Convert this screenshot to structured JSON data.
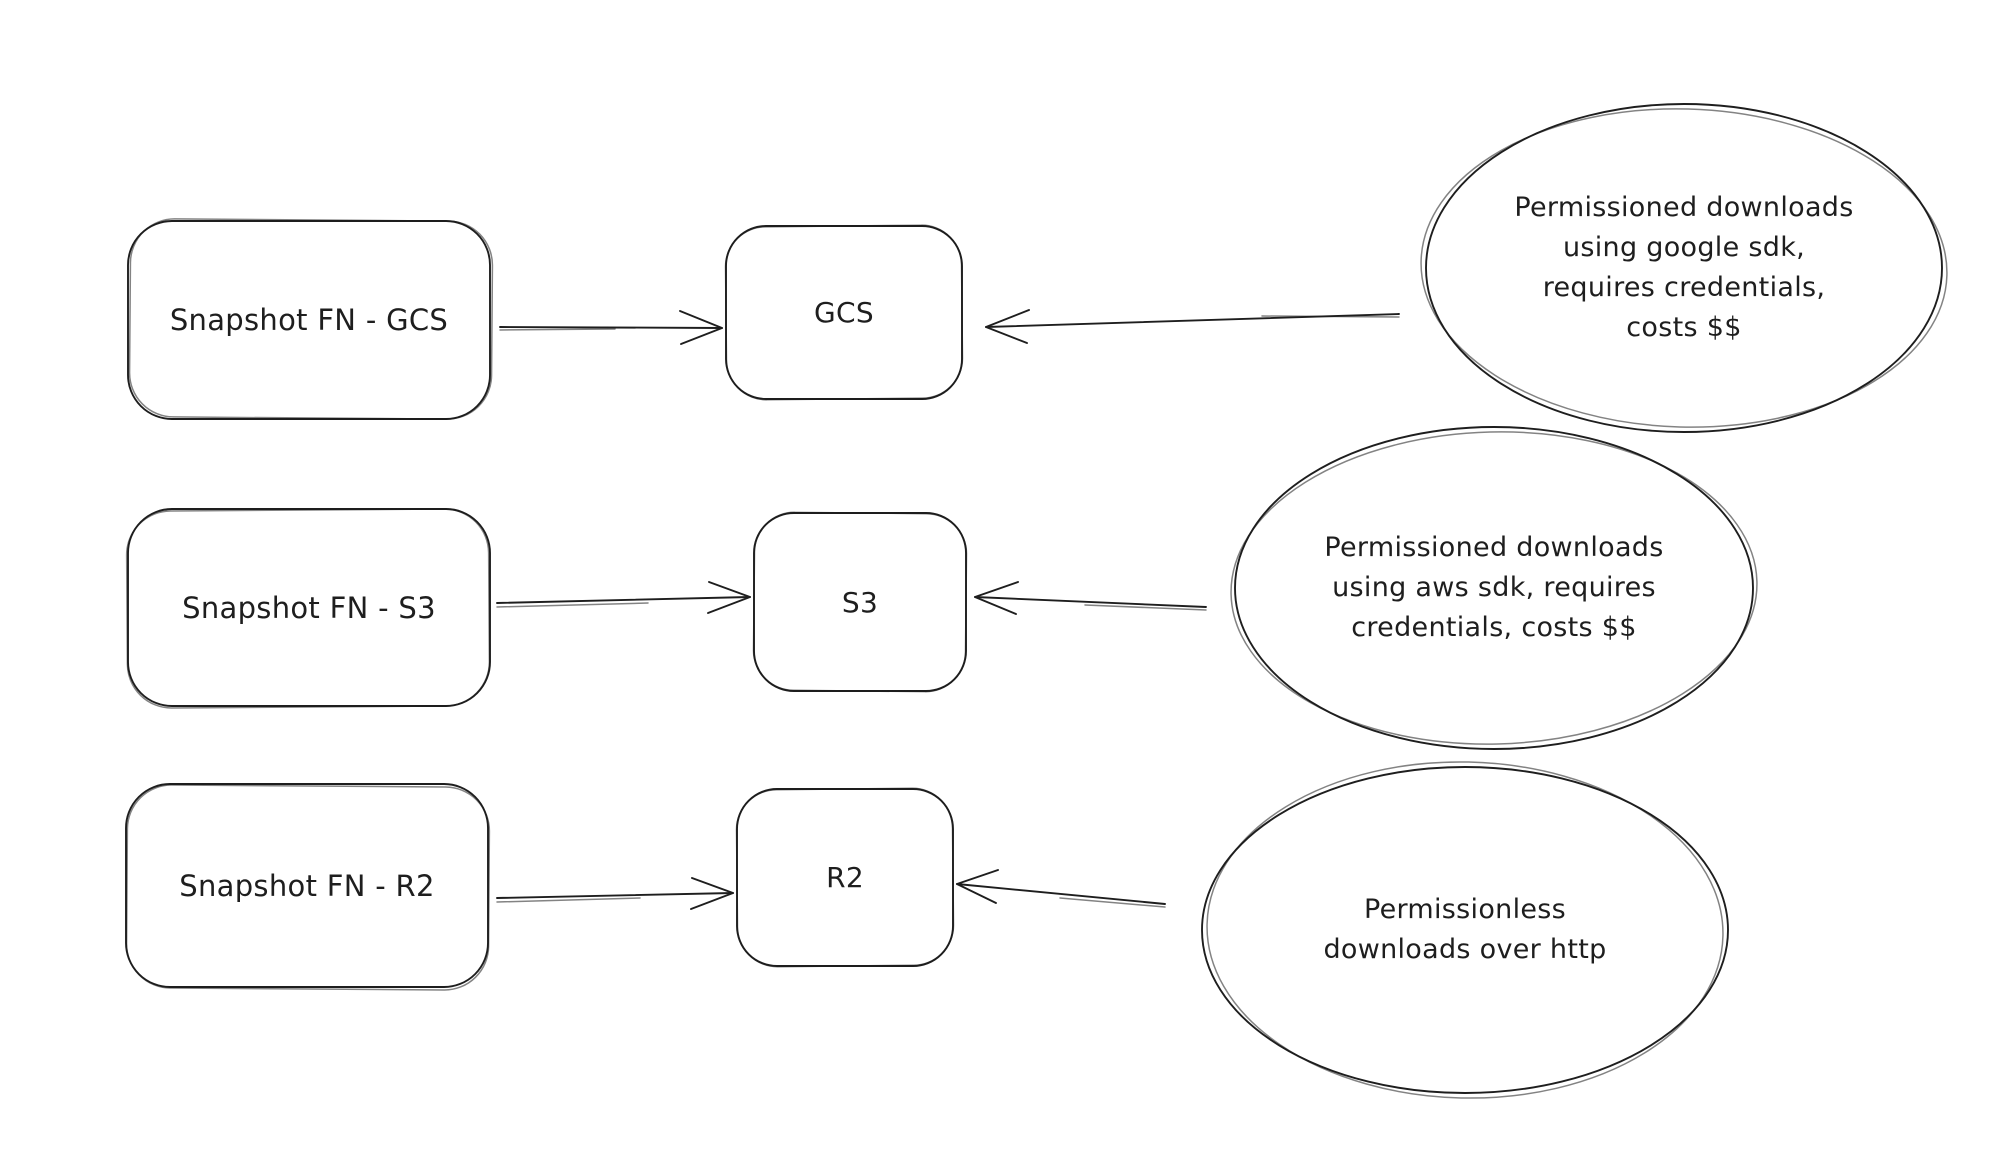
{
  "canvas": {
    "background": "#ffffff",
    "stroke_color": "#1e1e1e"
  },
  "rows": [
    {
      "source_label": "Snapshot FN - GCS",
      "target_label": "GCS",
      "note": "Permissioned downloads\nusing google sdk,\nrequires credentials,\ncosts $$"
    },
    {
      "source_label": "Snapshot FN - S3",
      "target_label": "S3",
      "note": "Permissioned downloads\nusing aws sdk, requires\ncredentials, costs $$"
    },
    {
      "source_label": "Snapshot FN - R2",
      "target_label": "R2",
      "note": "Permissionless\ndownloads over http"
    }
  ]
}
